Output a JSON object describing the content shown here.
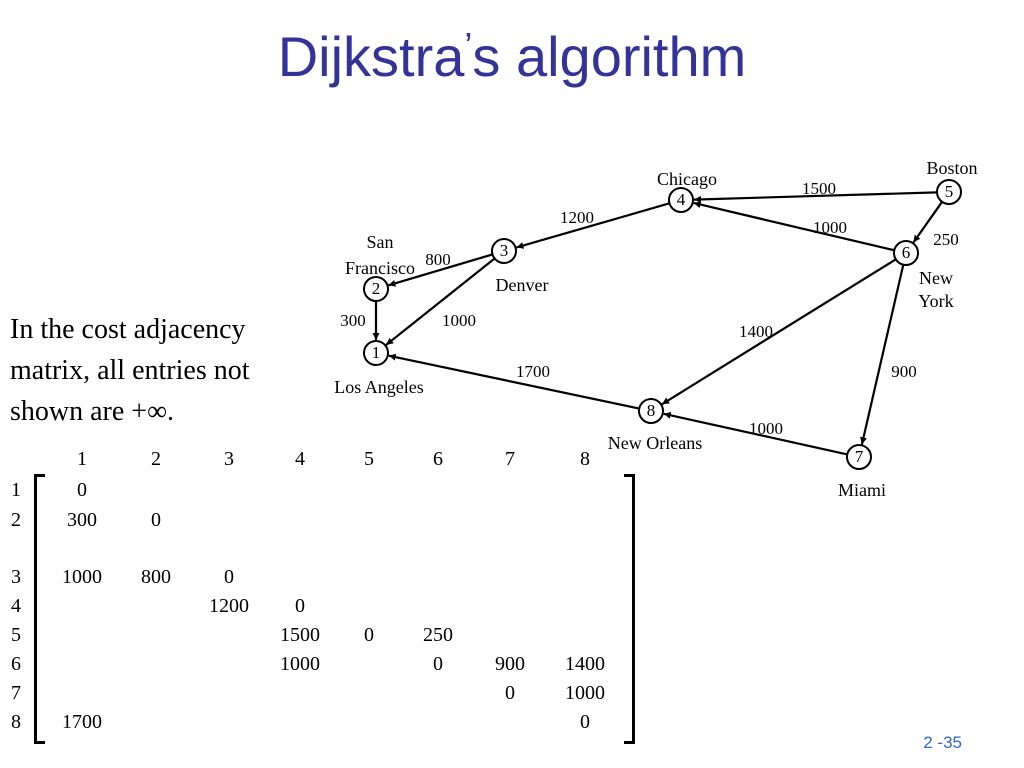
{
  "slide": {
    "title_main": "Dijkstra",
    "title_apos": "’",
    "title_rest": "s algorithm",
    "note": "In the cost adjacency matrix, all entries not shown are +∞.",
    "page_number": "2 -35"
  },
  "graph": {
    "nodes": [
      {
        "id": "1",
        "label": "Los Angeles"
      },
      {
        "id": "2",
        "label": "San Francisco"
      },
      {
        "id": "3",
        "label": "Denver"
      },
      {
        "id": "4",
        "label": "Chicago"
      },
      {
        "id": "5",
        "label": "Boston"
      },
      {
        "id": "6",
        "label": "New York"
      },
      {
        "id": "7",
        "label": "Miami"
      },
      {
        "id": "8",
        "label": "New Orleans"
      }
    ],
    "edges": [
      {
        "from": "5",
        "to": "4",
        "weight": "1500"
      },
      {
        "from": "5",
        "to": "6",
        "weight": "250"
      },
      {
        "from": "6",
        "to": "4",
        "weight": "1000"
      },
      {
        "from": "4",
        "to": "3",
        "weight": "1200"
      },
      {
        "from": "3",
        "to": "2",
        "weight": "800"
      },
      {
        "from": "3",
        "to": "1",
        "weight": "1000"
      },
      {
        "from": "2",
        "to": "1",
        "weight": "300"
      },
      {
        "from": "6",
        "to": "8",
        "weight": "1400"
      },
      {
        "from": "6",
        "to": "7",
        "weight": "900"
      },
      {
        "from": "8",
        "to": "1",
        "weight": "1700"
      },
      {
        "from": "7",
        "to": "8",
        "weight": "1000"
      }
    ]
  },
  "matrix": {
    "column_headers": [
      "1",
      "2",
      "3",
      "4",
      "5",
      "6",
      "7",
      "8"
    ],
    "rows": [
      {
        "label": "1",
        "cells": [
          "0",
          "",
          "",
          "",
          "",
          "",
          "",
          ""
        ]
      },
      {
        "label": "2",
        "cells": [
          "300",
          "0",
          "",
          "",
          "",
          "",
          "",
          ""
        ]
      },
      {
        "label": "3",
        "cells": [
          "1000",
          "800",
          "0",
          "",
          "",
          "",
          "",
          ""
        ]
      },
      {
        "label": "4",
        "cells": [
          "",
          "",
          "1200",
          "0",
          "",
          "",
          "",
          ""
        ]
      },
      {
        "label": "5",
        "cells": [
          "",
          "",
          "",
          "1500",
          "0",
          "250",
          "",
          ""
        ]
      },
      {
        "label": "6",
        "cells": [
          "",
          "",
          "",
          "1000",
          "",
          "0",
          "900",
          "1400"
        ]
      },
      {
        "label": "7",
        "cells": [
          "",
          "",
          "",
          "",
          "",
          "",
          "0",
          "1000"
        ]
      },
      {
        "label": "8",
        "cells": [
          "1700",
          "",
          "",
          "",
          "",
          "",
          "",
          "0"
        ]
      }
    ]
  },
  "colors": {
    "title": "#333399",
    "page_number": "#3366cc",
    "ink": "#000000"
  }
}
